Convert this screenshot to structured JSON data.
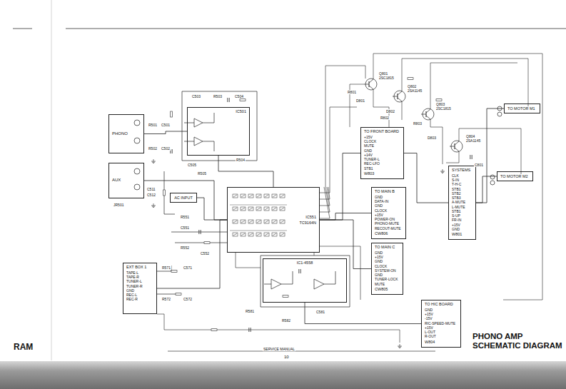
{
  "diagram": {
    "title": "PHONO AMP SCHEMATIC DIAGRAM",
    "nodes": [
      {
        "text": [
          "PHONO"
        ]
      },
      {
        "text": [
          "AUX"
        ]
      },
      {
        "text": [
          "IC501"
        ]
      },
      {
        "text": [
          "IC551",
          "TC9164N"
        ]
      },
      {
        "text": [
          "IC1-4558"
        ]
      },
      {
        "text": [
          "EXT BOX 1",
          "TAPE-L TAPE-R TUNER-L TUNER-R GND REC-L REC-R"
        ]
      },
      {
        "text": [
          "TO FRONT BOARD",
          "+15V CLOCK MUTE GND +14V TUNER-L REC-LFO STB1",
          "W803"
        ]
      },
      {
        "text": [
          "TO MAIN B",
          "GND DATA-IN GND CLOCK +15V POWER-ON PHONO-MUTE RECOUT-MUTE",
          "CW806"
        ]
      },
      {
        "text": [
          "TO MAIN C",
          "GND +15V GND CLOCK SYSTEM-ON GND TUNER-LOCK MUTE",
          "CW805"
        ]
      },
      {
        "text": [
          "TO HIC BOARD",
          "GND +15V -15V RIC-SPEED-MUTE +15V L-OUT R-OUT",
          "W804"
        ]
      },
      {
        "text": [
          "SYSTEMS",
          "CLK S-IN T-H-C STB1 STB2 STB3 A-MUTE L-MUTE STB1 S-UP FR-IN +15V GND",
          "W801"
        ]
      },
      {
        "text": [
          "TO MOTOR M1"
        ]
      },
      {
        "text": [
          "TO MOTOR M2"
        ]
      },
      {
        "text": [
          "AC INPUT"
        ]
      }
    ],
    "edges": [
      {
        "from": 0,
        "to": 2,
        "arrow": "none"
      },
      {
        "from": 1,
        "to": 3,
        "arrow": "none"
      },
      {
        "from": 2,
        "to": 3,
        "arrow": "none"
      },
      {
        "from": 13,
        "to": 3,
        "arrow": "none"
      },
      {
        "from": 5,
        "to": 3,
        "arrow": "none"
      },
      {
        "from": 3,
        "to": 6,
        "arrow": "none"
      },
      {
        "from": 3,
        "to": 7,
        "arrow": "none"
      },
      {
        "from": 3,
        "to": 8,
        "arrow": "none"
      },
      {
        "from": 4,
        "to": 9,
        "arrow": "none"
      },
      {
        "from": 10,
        "to": 6,
        "arrow": "none"
      },
      {
        "from": 11,
        "to": 10,
        "arrow": "none"
      },
      {
        "from": 12,
        "to": 10,
        "arrow": "none"
      }
    ],
    "labels": [
      "Q801",
      "2SC1815",
      "Q802",
      "2SA1145",
      "Q803",
      "2SC1815",
      "Q804",
      "2SA1145",
      "D801",
      "D802",
      "D803",
      "R801",
      "R802",
      "R803",
      "C801",
      "R501",
      "C501",
      "R502",
      "C502",
      "C503",
      "R503",
      "C504",
      "R504",
      "C505",
      "R505",
      "C511",
      "C512",
      "R551",
      "C551",
      "R552",
      "C552",
      "R571",
      "C571",
      "R572",
      "C572",
      "R581",
      "C581",
      "R582",
      "JR501",
      "SERVICE MANUAL",
      "10",
      "RAM"
    ]
  }
}
